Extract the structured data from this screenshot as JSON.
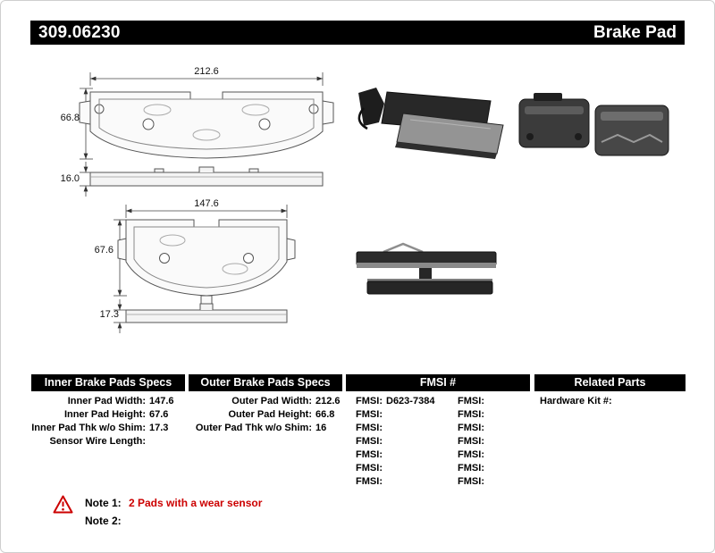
{
  "header": {
    "part_number": "309.06230",
    "product_type": "Brake Pad"
  },
  "drawings": {
    "outer_front": {
      "width": "212.6",
      "height": "66.8"
    },
    "outer_side": {
      "thickness": "16.0"
    },
    "inner_front": {
      "width": "147.6",
      "height": "67.6"
    },
    "inner_side": {
      "thickness": "17.3"
    }
  },
  "tables": {
    "inner_specs": {
      "title": "Inner Brake Pads Specs",
      "rows": [
        {
          "label": "Inner Pad Width:",
          "value": "147.6"
        },
        {
          "label": "Inner Pad Height:",
          "value": "67.6"
        },
        {
          "label": "Inner Pad Thk w/o Shim:",
          "value": "17.3"
        },
        {
          "label": "Sensor Wire Length:",
          "value": ""
        }
      ]
    },
    "outer_specs": {
      "title": "Outer Brake Pads Specs",
      "rows": [
        {
          "label": "Outer Pad Width:",
          "value": "212.6"
        },
        {
          "label": "Outer Pad Height:",
          "value": "66.8"
        },
        {
          "label": "Outer Pad Thk w/o Shim:",
          "value": "16"
        }
      ]
    },
    "fmsi": {
      "title": "FMSI #",
      "rows": [
        {
          "left_label": "FMSI:",
          "left_value": "D623-7384",
          "right_label": "FMSI:",
          "right_value": ""
        },
        {
          "left_label": "FMSI:",
          "left_value": "",
          "right_label": "FMSI:",
          "right_value": ""
        },
        {
          "left_label": "FMSI:",
          "left_value": "",
          "right_label": "FMSI:",
          "right_value": ""
        },
        {
          "left_label": "FMSI:",
          "left_value": "",
          "right_label": "FMSI:",
          "right_value": ""
        },
        {
          "left_label": "FMSI:",
          "left_value": "",
          "right_label": "FMSI:",
          "right_value": ""
        },
        {
          "left_label": "FMSI:",
          "left_value": "",
          "right_label": "FMSI:",
          "right_value": ""
        },
        {
          "left_label": "FMSI:",
          "left_value": "",
          "right_label": "FMSI:",
          "right_value": ""
        }
      ]
    },
    "related_parts": {
      "title": "Related Parts",
      "rows": [
        {
          "label": "Hardware Kit #:",
          "value": ""
        }
      ]
    }
  },
  "notes": {
    "note1_label": "Note 1:",
    "note1_text": "2 Pads with a wear sensor",
    "note2_label": "Note 2:",
    "note2_text": ""
  },
  "colors": {
    "header_bg": "#000000",
    "header_text": "#ffffff",
    "alert_red": "#cc0000"
  }
}
